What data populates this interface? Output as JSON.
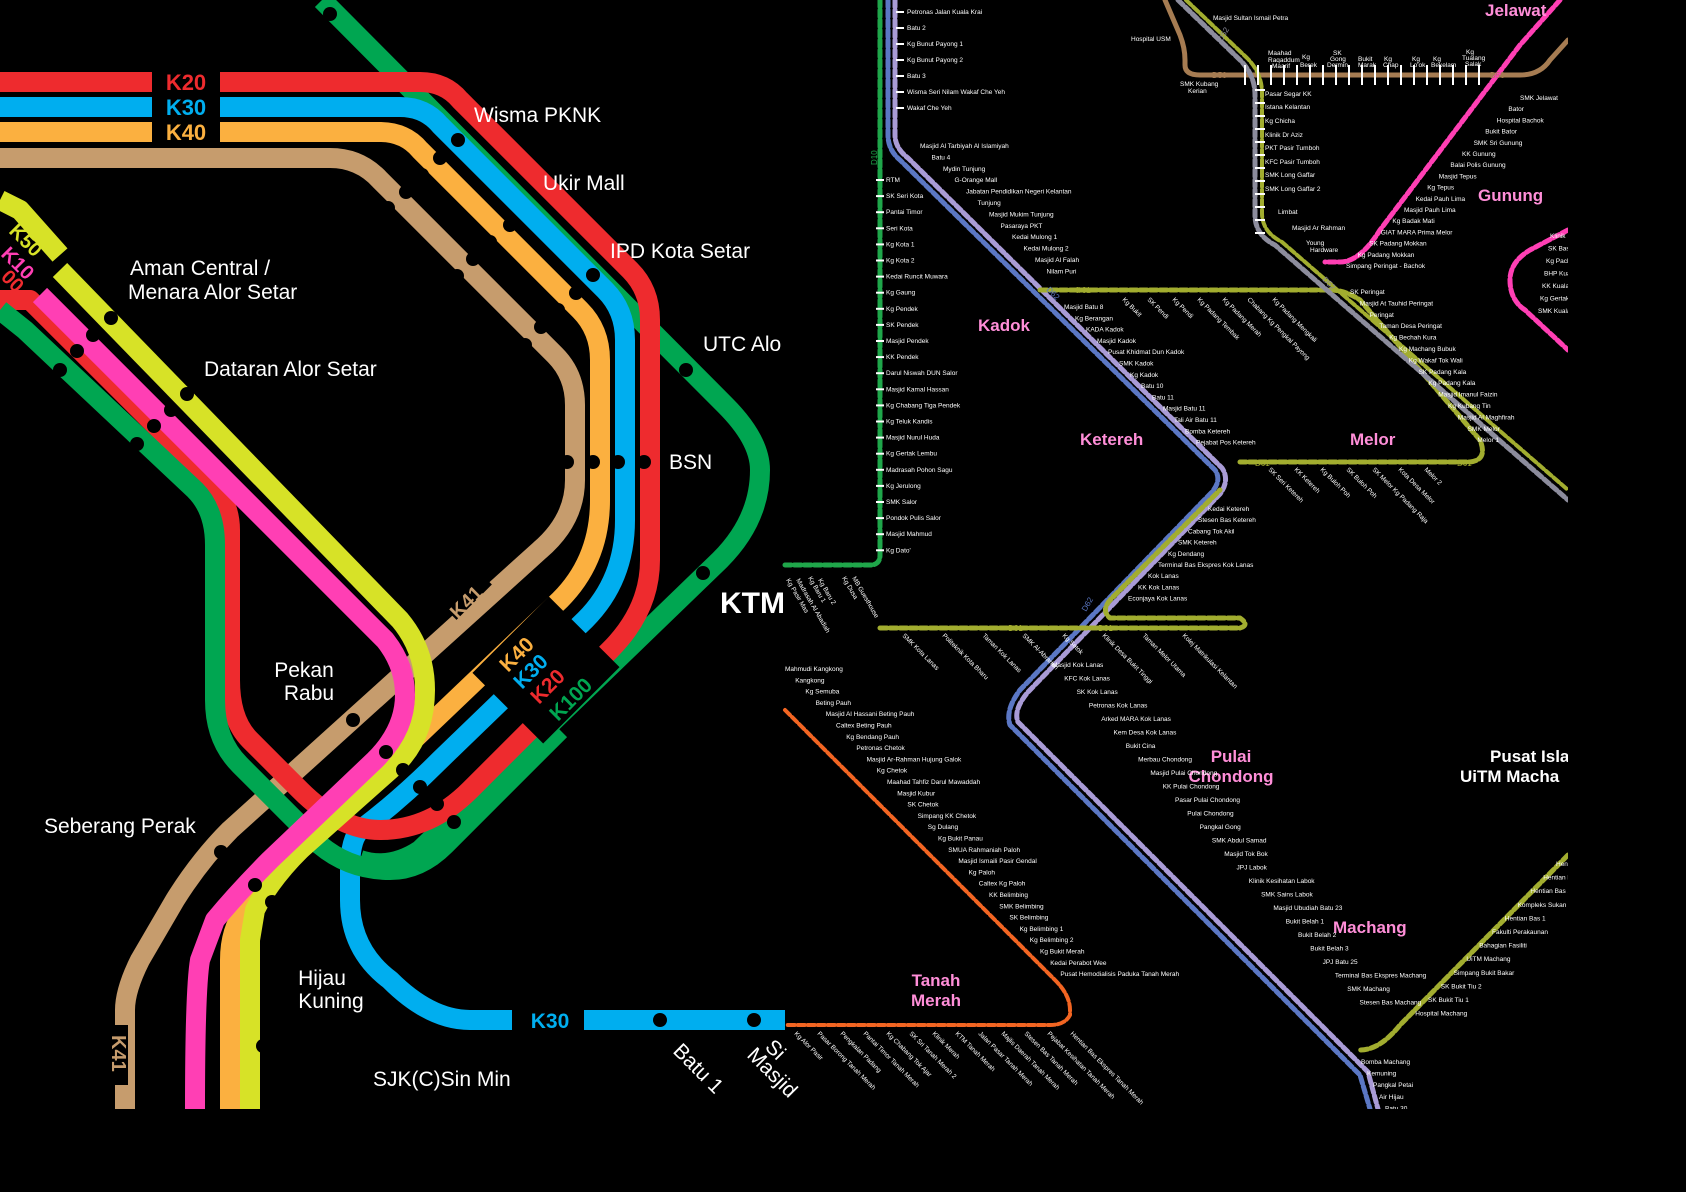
{
  "colors": {
    "K20": "#ee2b2e",
    "K30": "#00aeef",
    "K40": "#fbb040",
    "K41": "#c69c6d",
    "K50": "#d7e227",
    "K100": "#00a651",
    "K10": "#ff3fb4",
    "D50": "#a67c52",
    "D52": "#8c8c9c",
    "D61": "#a2ad2f",
    "D62": "#5b77c4",
    "D10": "#1fa64a",
    "D42": "#f26522",
    "pink_line": "#ff3fb4",
    "town": "#ff8ed8",
    "bg": "#000000",
    "text": "#ffffff"
  },
  "left_map": {
    "route_labels": [
      {
        "id": "K20",
        "text": "K20"
      },
      {
        "id": "K30",
        "text": "K30"
      },
      {
        "id": "K40",
        "text": "K40"
      },
      {
        "id": "K50",
        "text": "K50"
      },
      {
        "id": "K10",
        "text": "K10"
      },
      {
        "id": "K00",
        "text": "00"
      },
      {
        "id": "K41",
        "text": "K41"
      },
      {
        "id": "K41b",
        "text": "K41"
      },
      {
        "id": "K40b",
        "text": "K40"
      },
      {
        "id": "K30b",
        "text": "K30"
      },
      {
        "id": "K20b",
        "text": "K20"
      },
      {
        "id": "K100",
        "text": "K100"
      },
      {
        "id": "K30c",
        "text": "K30"
      }
    ],
    "stations": [
      {
        "id": "wisma",
        "name": "Wisma PKNK"
      },
      {
        "id": "ukir",
        "name": "Ukir Mall"
      },
      {
        "id": "ipd",
        "name": "IPD Kota Setar"
      },
      {
        "id": "utc",
        "name": "UTC Alo"
      },
      {
        "id": "aman1",
        "name": "Aman Central /"
      },
      {
        "id": "aman2",
        "name": "Menara Alor Setar"
      },
      {
        "id": "dataran",
        "name": "Dataran Alor Setar"
      },
      {
        "id": "bsn",
        "name": "BSN"
      },
      {
        "id": "ktm",
        "name": "KTM"
      },
      {
        "id": "pekan1",
        "name": "Pekan"
      },
      {
        "id": "pekan2",
        "name": "Rabu"
      },
      {
        "id": "seberang",
        "name": "Seberang Perak"
      },
      {
        "id": "hijau1",
        "name": "Hijau"
      },
      {
        "id": "hijau2",
        "name": "Kuning"
      },
      {
        "id": "sjk",
        "name": "SJK(C)Sin Min"
      },
      {
        "id": "batu1",
        "name": "Batu 1"
      },
      {
        "id": "masjid1",
        "name": "Si"
      },
      {
        "id": "masjid2",
        "name": "Masjid"
      }
    ]
  },
  "right_map": {
    "towns": [
      {
        "id": "jelawat",
        "name": "Jelawat"
      },
      {
        "id": "gunung",
        "name": "Gunung"
      },
      {
        "id": "kadok",
        "name": "Kadok"
      },
      {
        "id": "ketereh",
        "name": "Ketereh"
      },
      {
        "id": "melor",
        "name": "Melor"
      },
      {
        "id": "pulai1",
        "name": "Pulai"
      },
      {
        "id": "pulai2",
        "name": "Chondong"
      },
      {
        "id": "machang",
        "name": "Machang"
      },
      {
        "id": "tanah1",
        "name": "Tanah"
      },
      {
        "id": "tanah2",
        "name": "Merah"
      },
      {
        "id": "pusat1",
        "name": "Pusat Isla"
      },
      {
        "id": "pusat2",
        "name": "UiTM Macha"
      }
    ],
    "route_codes": [
      {
        "id": "d50a",
        "text": "D50"
      },
      {
        "id": "d50b",
        "text": "D50"
      },
      {
        "id": "d61a",
        "text": "D61"
      },
      {
        "id": "d61b",
        "text": "D61"
      },
      {
        "id": "d61c",
        "text": "D61"
      },
      {
        "id": "d61d",
        "text": "D61"
      },
      {
        "id": "d61e",
        "text": "D61"
      },
      {
        "id": "d52a",
        "text": "D52"
      },
      {
        "id": "d52b",
        "text": "D52"
      },
      {
        "id": "d62a",
        "text": "D62"
      },
      {
        "id": "d62b",
        "text": "D62"
      },
      {
        "id": "d10",
        "text": "D10"
      }
    ],
    "stops_d10": [
      "Petronas Jalan Kuala Krai",
      "Batu 2",
      "Kg Bunut Payong 1",
      "Kg Bunut Payong 2",
      "Batu 3",
      "Wisma Seri Nilam Wakaf Che Yeh",
      "Wakaf Che Yeh"
    ],
    "stops_d10_col": [
      "RTM",
      "SK Seri Kota",
      "Pantai Timor",
      "Seri Kota",
      "Kg Kota 1",
      "Kg Kota 2",
      "Kedai Runcit Muwara",
      "Kg Gaung",
      "Kg Pendek",
      "SK Pendek",
      "Masjid Pendek",
      "KK Pendek",
      "Darul Niswah DUN Salor",
      "Masjid Kamal Hassan",
      "Kg Chabang Tiga Pendek",
      "Kg Teluk Kandis",
      "Masjid Nurul Huda",
      "Kg Gertak Lembu",
      "Madrasah Pohon Sagu",
      "Kg Jerulong",
      "SMK Salor",
      "Pondok Pulis Salor",
      "Masjid Mahmud",
      "Kg Dato'"
    ],
    "stops_d62_upper": [
      "Masjid Al Tarbiyah Al Islamiyah",
      "Batu 4",
      "Mydin Tunjung",
      "G-Orange Mall",
      "Jabatan Pendidikan Negeri Kelantan",
      "Tunjung",
      "Masjid Mukim Tunjung",
      "Pasaraya PKT",
      "Kedai Mulong 1",
      "Kedai Mulong 2",
      "Masjid Al Falah",
      "Nilam Puri"
    ],
    "stops_d62_mid": [
      "Masjid Batu 8",
      "Kg Berangan",
      "KADA Kadok",
      "Masjid Kadok",
      "Pusat Khidmat Dun Kadok",
      "SMK Kadok",
      "Kg Kadok",
      "Batu 10",
      "Batu 11",
      "Masjid Batu 11",
      "Tali Air Batu 11",
      "Bomba Ketereh",
      "Pejabat Pos Ketereh"
    ],
    "stops_d62_lower": [
      "Kedai Ketereh",
      "Stesen Bas Ketereh",
      "Cabang Tok Akil",
      "SMK Ketereh",
      "Kg Dendang",
      "Terminal Bas Ekspres Kok Lanas",
      "Kok Lanas",
      "KK Kok Lanas",
      "Econjaya Kok Lanas"
    ],
    "stops_d62_south": [
      "Masjid Kok Lanas",
      "KFC Kok Lanas",
      "SK Kok Lanas",
      "Petronas Kok Lanas",
      "Arked MARA Kok Lanas",
      "Kem Desa Kok Lanas",
      "Bukit Cina",
      "Merbau Chondong",
      "Masjid Pulai Chondong",
      "KK Pulai Chondong",
      "Pasar Pulai Chondong",
      "Pulai Chondong",
      "Pangkal Gong",
      "SMK Abdul Samad",
      "Masjid Tok Bok",
      "JPJ Labok",
      "Klinik Kesihatan Labok",
      "SMK Sains Labok",
      "Masjid Ubudiah Batu 23",
      "Bukit Belah 1",
      "Bukit Belah 2",
      "Bukit Belah 3",
      "JPJ Batu 25",
      "Terminal Bas Ekspres Machang",
      "SMK Machang",
      "Stesen Bas Machang"
    ],
    "stops_d52": [
      "Masjid Sultan Ismail Petra",
      "Hospital USM",
      "SMK Kubang",
      "Kerian",
      "Pasar Segar KK",
      "Istana Kelantan",
      "Kg Chicha",
      "Klinik Dr Aziz",
      "PKT Pasir Tumboh",
      "KFC Pasir Tumboh",
      "SMK Long Gaffar",
      "SMK Long Gaffar 2",
      "Limbat",
      "Masjid Ar Rahman",
      "Young",
      "Hardware"
    ],
    "stops_d50": [
      "Maahad",
      "Raqaddum",
      "Maarif",
      "Kg",
      "Berek",
      "SK",
      "Gong",
      "Dermin",
      "Bukit",
      "Marak",
      "Kg",
      "Chap",
      "Kg",
      "Lo'ok",
      "Kg",
      "Bekelam",
      "Kg",
      "Tualang",
      "Salak"
    ],
    "stops_d61_north": [
      "SK Peringat",
      "Masjid At Tauhid Peringat",
      "Peringat",
      "Taman Desa Peringat",
      "Kg Bechah Kura",
      "Kg Machang Bubuk",
      "Kg Wakaf Tok Wali",
      "SK Padang Kala",
      "Kg Padang Kala",
      "Masjid Imanul Faizin",
      "Kg Kubang Tin",
      "Masjid Al Maghfirah",
      "SMK Melor",
      "Melor 1"
    ],
    "stops_d61_row": [
      "Kg Bukit",
      "SK Pendi",
      "Kg Pendi",
      "Kg Padang Tembak",
      "Kg Padang Merah",
      "Chabang Kg Pengkal Payong",
      "Kg Padang Mengkali"
    ],
    "stops_melor_row": [
      "SK Seri Ketereh",
      "KK Ketereh",
      "Kg Buloh Poh",
      "SK Buloh Poh",
      "SK Melor Kg Padang Raja",
      "Kota Desa Melor",
      "Melor 2"
    ],
    "stops_d61_lower": [
      "SMK Kota Lanas",
      "Politeknik Kota Bharu",
      "Taman Kok Lanas",
      "SMK Al-Abrarian",
      "Kg Setok",
      "Klinik Desa Bukit Tinggi",
      "Taman Melor Utama",
      "Kolej Matrikulasi Kelantan"
    ],
    "stops_pink": [
      "SMK Jelawat",
      "Bator",
      "Hospital Bachok",
      "Bukit Bator",
      "SMK Sri Gunung",
      "KK Gunung",
      "Balai Polis Gunung",
      "Masjid Tepus",
      "Kg Tepus",
      "Kedai Pauh Lima",
      "Masjid Pauh Lima",
      "Kg Badak Mati",
      "GIAT MARA Prima Melor",
      "SK Padang Mokkan",
      "Kg Padang Mokkan",
      "Simpang Peringat - Bachok"
    ],
    "stops_pink2": [
      "Klinik",
      "SK Baser",
      "Kg Pachakan",
      "BHP Kuala Besut",
      "KK Kuala Besut",
      "Kg Gertak S",
      "SMK Kuala B"
    ],
    "stops_d42": [
      "Mahmudi Kangkong",
      "Kangkong",
      "Kg Semuba",
      "Beting Pauh",
      "Masjid Al Hassani Beting Pauh",
      "Caltex Beting Pauh",
      "Kg Bendang Pauh",
      "Petronas Chetok",
      "Masjid Ar-Rahman Hujung Galok",
      "Kg Chetok",
      "Maahad Tahfiz Darul Mawaddah",
      "Masjid Kubur",
      "SK Chetok",
      "Simpang KK Chetok",
      "Sg Dulang",
      "Kg Bukit Panau",
      "SMUA Rahmaniah Paloh",
      "Masjid Ismaili Pasir Gendal",
      "Kg Paloh",
      "Caltex Kg Paloh",
      "KK Belimbing",
      "SMK Belimbing",
      "SK Belimbing",
      "Kg Belimbing 1",
      "Kg Belimbing 2",
      "Kg Bukit Merah",
      "Kedai Perabot Wee",
      "Pusat Hemodialisis Paduka Tanah Merah"
    ],
    "stops_d42_bottom": [
      "Kg Alor Pasir",
      "Pasar Borong Tanah Merah",
      "Pengkalan Padang",
      "Pantai Timor Tanah Merah",
      "Kg Chabang Tok Ajar",
      "SK Sri Tanah Merah 2",
      "Klinik Merah",
      "KTM Tanah Merah",
      "Jalan Pasar Tanah Merah",
      "Majlis Daerah Tanah Merah",
      "Stesen Bas Tanah Merah",
      "Pejabat Kesihatan Tanah Merah",
      "Hentian Bas Ekspres Tanah Merah"
    ],
    "stops_right": [
      "Hentia",
      "Hentian Bas 1",
      "Hentian Bas 2",
      "Kompleks Sukan",
      "Hentian Bas 1",
      "Fakulti Perakaunan",
      "Bahagian Fasiliti",
      "UiTM Machang",
      "Simpang Bukit Bakar",
      "SK Bukit Tiu 2",
      "SK Bukit Tiu 1",
      "Hospital Machang"
    ],
    "stops_bottom": [
      "Bomba Machang",
      "Kemuning",
      "Pangkal Petai",
      "Air Hijau",
      "Batu 30"
    ],
    "stops_d10_west": [
      "Kg Dusa",
      "MB Guesthouse",
      "Kg Baru 2",
      "Kg Baru 1",
      "Madrasah Al Abadiah",
      "Kg Pasir Mas"
    ]
  }
}
